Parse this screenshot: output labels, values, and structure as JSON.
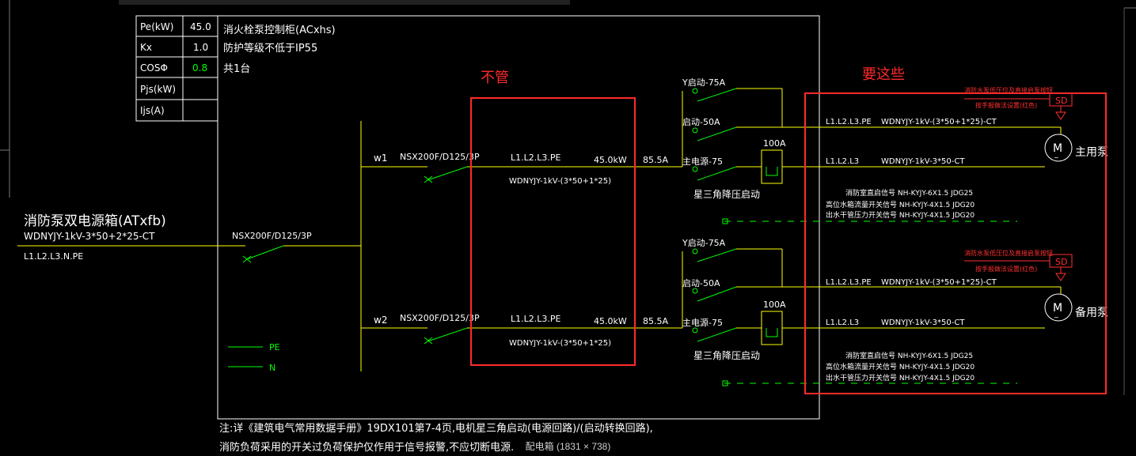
{
  "colors": {
    "background": "#000000",
    "line": "#ffffff",
    "wire": "#ffff00",
    "switch": "#00ff00",
    "annotation": "#ff2a2a",
    "value_green": "#00ff00",
    "signal_red": "#ff3030"
  },
  "param_table": [
    {
      "label": "Pe(kW)",
      "value": "45.0"
    },
    {
      "label": "Kx",
      "value": "1.0"
    },
    {
      "label": "COSΦ",
      "value": "0.8"
    },
    {
      "label": "Pjs(kW)",
      "value": ""
    },
    {
      "label": "Ijs(A)",
      "value": ""
    }
  ],
  "cabinet": {
    "name": "消火栓泵控制柜(ACxhs)",
    "protection": "防护等级不低于IP55",
    "qty": "共1台"
  },
  "source": {
    "name": "消防泵双电源箱(ATxfb)",
    "cable": "WDNYJY-1kV-3*50+2*25-CT",
    "phases": "L1.L2.L3.N.PE",
    "breaker": "NSX200F/D125/3P"
  },
  "circuits": [
    {
      "id": "w1",
      "breaker": "NSX200F/D125/3P",
      "phases": "L1.L2.L3.PE",
      "power": "45.0kW",
      "current": "85.5A",
      "cable": "WDNYJY-1kV-(3*50+1*25)"
    },
    {
      "id": "w2",
      "breaker": "NSX200F/D125/3P",
      "phases": "L1.L2.L3.PE",
      "power": "45.0kW",
      "current": "85.5A",
      "cable": "WDNYJY-1kV-(3*50+1*25)"
    }
  ],
  "starters": [
    {
      "y_label": "Y启动-75A",
      "start_label": "启动-50A",
      "main_label": "主电源-75",
      "relay": "100A",
      "method": "星三角降压启动"
    },
    {
      "y_label": "Y启动-75A",
      "start_label": "启动-50A",
      "main_label": "主电源-75",
      "relay": "100A",
      "method": "星三角降压启动"
    }
  ],
  "pumps": [
    {
      "name": "主用泵",
      "motor": "M",
      "sd": "SD",
      "red_line1": "消防水泵低压位及直接启泵按钮",
      "red_line2": "按手报做法设置(红色)",
      "feed1_phases": "L1.L2.L3.PE",
      "feed1_cable": "WDNYJY-1kV-(3*50+1*25)-CT",
      "feed2_phases": "L1.L2.L3",
      "feed2_cable": "WDNYJY-1kV-3*50-CT",
      "signals": [
        "消防室直启信号 NH-KYJY-6X1.5 JDG25",
        "高位水箱流量开关信号 NH-KYJY-4X1.5 JDG20",
        "出水干管压力开关信号 NH-KYJY-4X1.5 JDG20"
      ]
    },
    {
      "name": "备用泵",
      "motor": "M",
      "sd": "SD",
      "red_line1": "消防水泵低压位及直接启泵按钮",
      "red_line2": "按手报做法设置(红色)",
      "feed1_phases": "L1.L2.L3.PE",
      "feed1_cable": "WDNYJY-1kV-(3*50+1*25)-CT",
      "feed2_phases": "L1.L2.L3",
      "feed2_cable": "WDNYJY-1kV-3*50-CT",
      "signals": [
        "消防室直启信号 NH-KYJY-6X1.5 JDG25",
        "高位水箱流量开关信号 NH-KYJY-4X1.5 JDG20",
        "出水干管压力开关信号 NH-KYJY-4X1.5 JDG20"
      ]
    }
  ],
  "legend": {
    "pe": "PE",
    "n": "N"
  },
  "annotations": {
    "ignore": "不管",
    "want": "要这些"
  },
  "notes": [
    "注:详《建筑电气常用数据手册》19DX101第7-4页,电机星三角启动(电源回路)/(启动转换回路),",
    "消防负荷采用的开关过负荷保护仅作用于信号报警,不应切断电源."
  ],
  "caption": "配电箱 (1831 × 738)"
}
